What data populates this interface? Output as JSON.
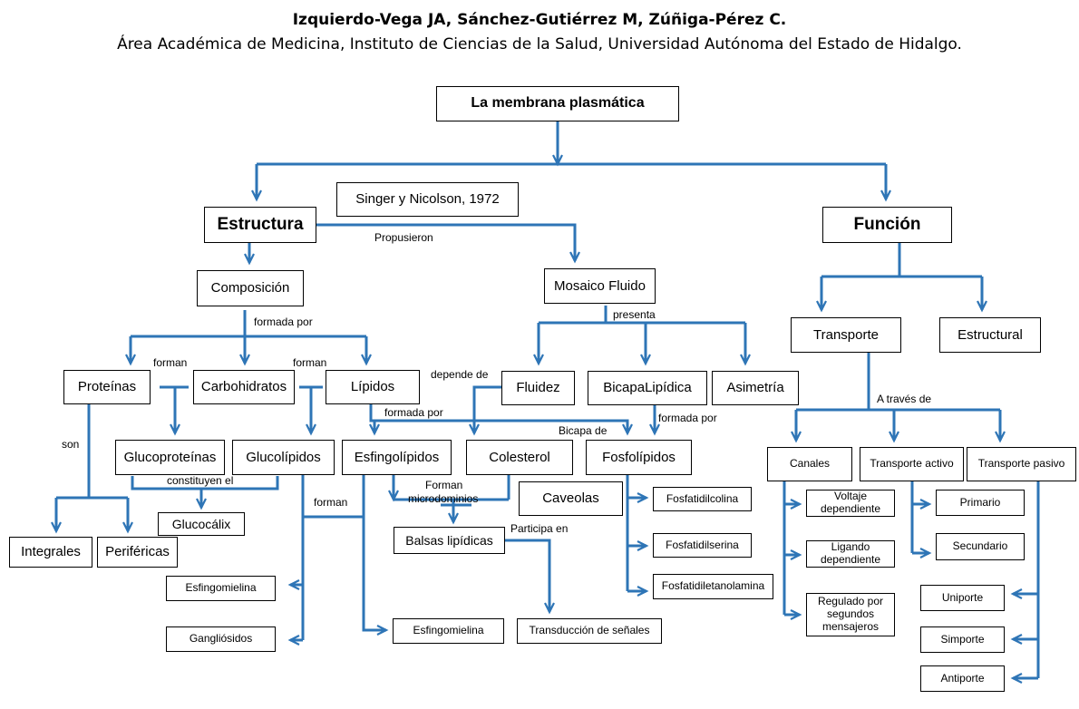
{
  "header": {
    "authors": "Izquierdo-Vega JA, Sánchez-Gutiérrez M, Zúñiga-Pérez C.",
    "affiliation": "Área Académica de Medicina, Instituto de Ciencias de la Salud, Universidad Autónoma del Estado de Hidalgo."
  },
  "line_color": "#2e75b6",
  "nodes": {
    "root": "La membrana plasmática",
    "estructura": "Estructura",
    "funcion": "Función",
    "singer": "Singer y Nicolson, 1972",
    "composicion": "Composición",
    "mosaico": "Mosaico Fluido",
    "transporte": "Transporte",
    "estructural": "Estructural",
    "proteinas": "Proteínas",
    "carbohidratos": "Carbohidratos",
    "lipidos": "Lípidos",
    "fluidez": "Fluidez",
    "bicapa": "BicapaLipídica",
    "asimetria": "Asimetría",
    "glucoproteinas": "Glucoproteínas",
    "glucolipidos": "Glucolípidos",
    "esfingolipidos": "Esfingolípidos",
    "colesterol": "Colesterol",
    "fosfolipidos": "Fosfolípidos",
    "caveolas": "Caveolas",
    "glucocalix": "Glucocálix",
    "integrales": "Integrales",
    "perifericas": "Periféricas",
    "balsas": "Balsas lipídicas",
    "esfingomielina1": "Esfingomielina",
    "gangliosidos": "Gangliósidos",
    "esfingomielina2": "Esfingomielina",
    "transduccion": "Transducción  de  señales",
    "fosfatidilcolina": "Fosfatidilcolina",
    "fosfatidilserina": "Fosfatidilserina",
    "fosfatidiletanolamina": "Fosfatidiletanolamina",
    "canales": "Canales",
    "transporte_activo": "Transporte  activo",
    "transporte_pasivo": "Transporte  pasivo",
    "voltaje": "Voltaje dependiente",
    "ligando": "Ligando dependiente",
    "regulado": "Regulado por segundos mensajeros",
    "primario": "Primario",
    "secundario": "Secundario",
    "uniporte": "Uniporte",
    "simporte": "Simporte",
    "antiporte": "Antiporte"
  },
  "labels": {
    "propusieron": "Propusieron",
    "formada_por_1": "formada  por",
    "presenta": "presenta",
    "forman_1": "forman",
    "forman_2": "forman",
    "depende_de": "depende  de",
    "formada_por_2": "formada  por",
    "bicapa_de": "Bicapa de",
    "formada_por_3": "formada  por",
    "a_traves_de": "A través  de",
    "son": "son",
    "constituyen_el": "constituyen el",
    "forman_micro_1": "Forman",
    "forman_micro_2": "microdominios",
    "forman_3": "forman",
    "participa_en": "Participa en"
  }
}
